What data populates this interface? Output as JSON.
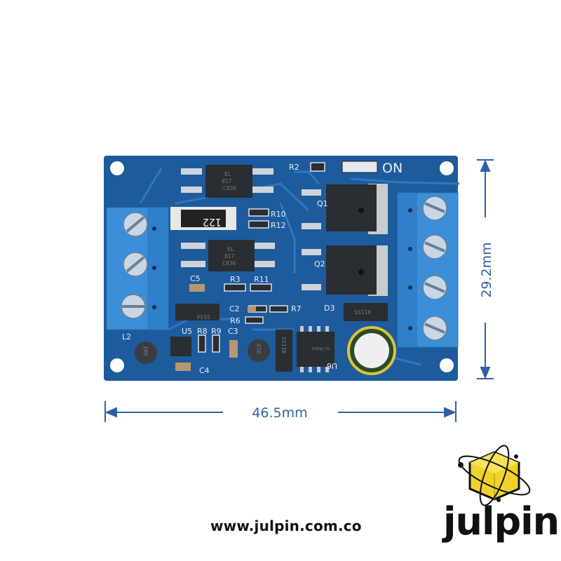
{
  "dimensions": {
    "width_label": "46.5mm",
    "height_label": "29.2mm",
    "color": "#2f5fa6"
  },
  "board": {
    "pcb_color": "#1d5b9c",
    "terminal_color": "#3b8fd8",
    "power_led_label": "ON",
    "silkscreen": {
      "r2": "R2",
      "r10": "R10",
      "r12": "R12",
      "c5": "C5",
      "r3": "R3",
      "r11": "R11",
      "c2": "C2",
      "r7": "R7",
      "r6": "R6",
      "d3": "D3",
      "u5": "U5",
      "r8": "R8",
      "r9": "R9",
      "c3": "C3",
      "l2": "L2",
      "c4": "C4",
      "q1": "Q1",
      "q2": "Q2",
      "u6": "U6"
    },
    "markings": {
      "opto_brand": "EL",
      "opto_model": "817",
      "opto1_code": ".C836",
      "opto2_code": "C836",
      "shunt_resistor": "122",
      "diode_left": "SS34",
      "diode_right": "SS110",
      "diode_mid": "SS110",
      "inductor_l2": "100",
      "inductor_main": "470",
      "regulator": "XL7005A"
    }
  },
  "footer": {
    "website": "www.julpin.com.co"
  },
  "brand": {
    "name": "julpin",
    "logo_color": "#f0d32a"
  }
}
